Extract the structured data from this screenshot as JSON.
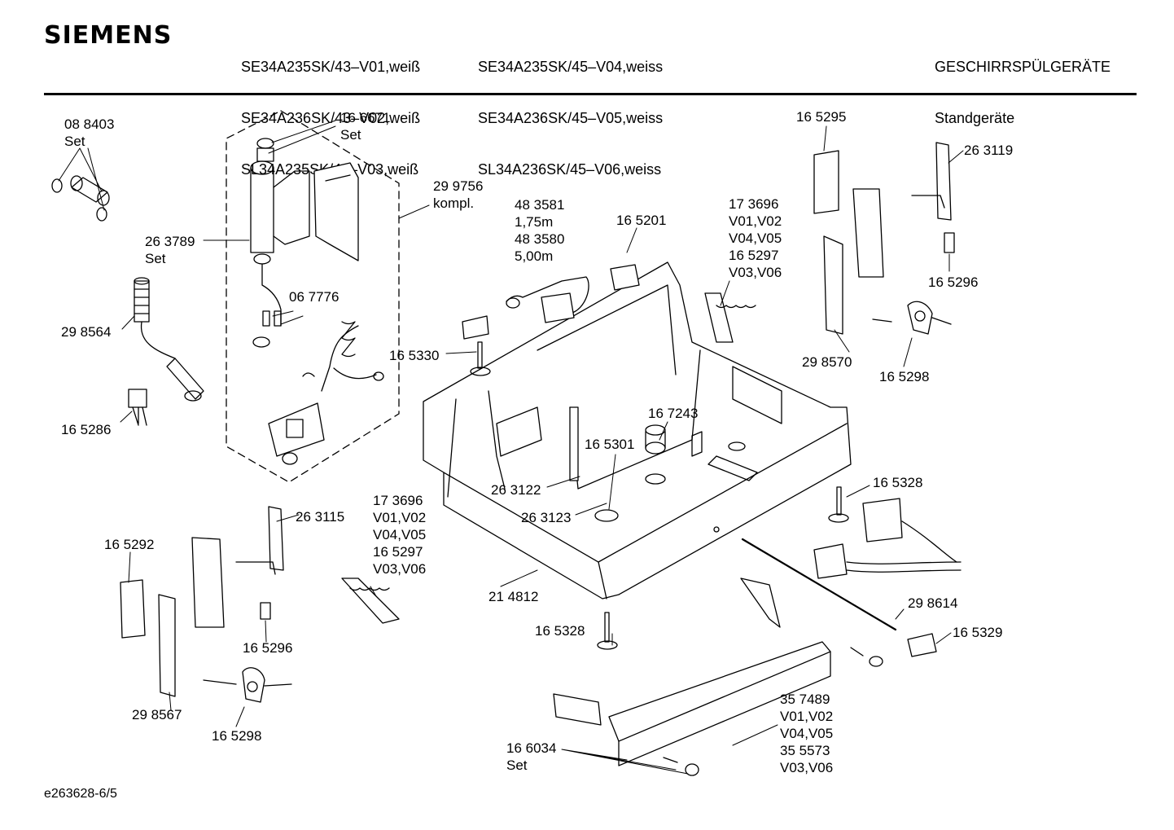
{
  "brand": "SIEMENS",
  "models_col1": [
    "SE34A235SK/43–V01,weiß",
    "SE34A236SK/43–V02,weiß",
    "SL34A235SK/43–V03,weiß"
  ],
  "models_col2": [
    "SE34A235SK/45–V04,weiss",
    "SE34A236SK/45–V05,weiss",
    "SL34A236SK/45–V06,weiss"
  ],
  "category": [
    "GESCHIRRSPÜLGERÄTE",
    "Standgeräte"
  ],
  "footer": "e263628-6/5",
  "labels": [
    {
      "id": "p088403",
      "text": "08 8403\nSet"
    },
    {
      "id": "p166671",
      "text": "16 6671\nSet"
    },
    {
      "id": "p299756",
      "text": "29 9756\nkompl."
    },
    {
      "id": "p263789",
      "text": "26 3789\nSet"
    },
    {
      "id": "p067776",
      "text": "06 7776"
    },
    {
      "id": "p298564",
      "text": "29 8564"
    },
    {
      "id": "p165286",
      "text": "16 5286"
    },
    {
      "id": "p483581",
      "text": "48 3581\n1,75m\n48 3580\n5,00m"
    },
    {
      "id": "p165201",
      "text": "16 5201"
    },
    {
      "id": "p173696a",
      "text": "17 3696\nV01,V02\nV04,V05\n16 5297\nV03,V06"
    },
    {
      "id": "p165295",
      "text": "16 5295"
    },
    {
      "id": "p263119",
      "text": "26 3119"
    },
    {
      "id": "p165296a",
      "text": "16 5296"
    },
    {
      "id": "p298570",
      "text": "29 8570"
    },
    {
      "id": "p165298a",
      "text": "16 5298"
    },
    {
      "id": "p165330",
      "text": "16 5330"
    },
    {
      "id": "p167243",
      "text": "16 7243"
    },
    {
      "id": "p165301",
      "text": "16 5301"
    },
    {
      "id": "p263122",
      "text": "26 3122"
    },
    {
      "id": "p263123",
      "text": "26 3123"
    },
    {
      "id": "p165328a",
      "text": "16 5328"
    },
    {
      "id": "p263115",
      "text": "26 3115"
    },
    {
      "id": "p165292",
      "text": "16 5292"
    },
    {
      "id": "p173696b",
      "text": "17 3696\nV01,V02\nV04,V05\n16 5297\nV03,V06"
    },
    {
      "id": "p214812",
      "text": "21 4812"
    },
    {
      "id": "p165296b",
      "text": "16 5296"
    },
    {
      "id": "p298567",
      "text": "29 8567"
    },
    {
      "id": "p165298b",
      "text": "16 5298"
    },
    {
      "id": "p165328b",
      "text": "16 5328"
    },
    {
      "id": "p298614",
      "text": "29 8614"
    },
    {
      "id": "p165329",
      "text": "16 5329"
    },
    {
      "id": "p357489",
      "text": "35 7489\nV01,V02\nV04,V05\n35 5573\nV03,V06"
    },
    {
      "id": "p166034",
      "text": "16 6034\nSet"
    }
  ]
}
